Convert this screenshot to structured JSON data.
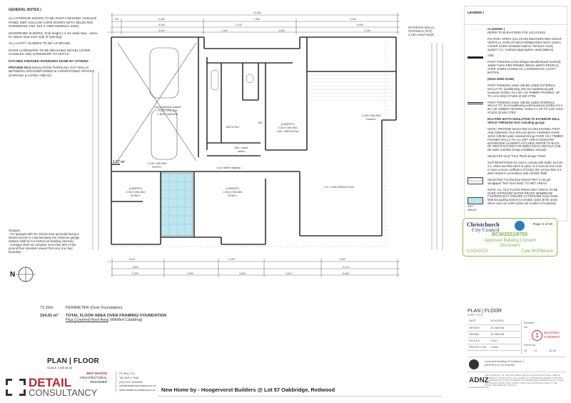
{
  "general_notes": {
    "title": "GENERAL NOTES |",
    "items": [
      "ALL INTERIOR DOORS TO BE PAINT FINISHED \"Selected\" PANEL MDF HOLLOW CORE DOORS WITH SELECTED HARDWARE (760, 810 X 1980 NOMINAL SIZE)",
      "WARDROBE SLIDERS, (Full height x 2.4m Wide Max - allow for 45mm stud each side of opening)",
      "ALL CAVITY SLIDERS TO BE CS BRAND",
      "DOOR HARDWARE TO BE BRUSHED NICKEL LEVER HANDLES AND HARDWARE TO MATCH"
    ],
    "kitchen_note": "KITCHEN FINISHED INTERIORS DONE BY OTHERS",
    "insulation_lead": "PROVIDE R2.6",
    "insulation_note": "INSULATION THROUGH OUT WALLS BETWEEN UNCONDITIONED & CONDITIONED SPACES (GARAGE & LIVING AREAS)"
  },
  "garage_note": {
    "title": "Garages",
    "lines": [
      "- For garages with the vehicle door generally facing a shared access or road boundary the minimum garage setback shall be 5.5 metres (its building element).",
      "- Garages shall not comprise more than 50% of the ground floor elevation viewed from any one road boundary."
    ]
  },
  "north_arrow": {
    "label": "N"
  },
  "areas": {
    "perimeter_value": "72.26m",
    "perimeter_label": "PERIMETER (Over Foundation)",
    "floor_area_value": "154.91 m²",
    "floor_area_label": "TOTAL FLOOR AREA OVER FRAMING/ FOUNDATION",
    "covered_roof_link": "Plus Covered Roof Area",
    "covered_roof_suffix": "(WthBrd Cladding)"
  },
  "plan_title": {
    "title": "PLAN | FLOOR",
    "scale": "SCALE 1:100 @ A3"
  },
  "company": {
    "logo_line1": "DETAIL",
    "logo_line2": "CONSULTANCY",
    "designer_name": "JEFF MASON",
    "designer_role1": "ARCHITECTURAL",
    "designer_role2": "DESIGNER",
    "contact": [
      "PO Box 171,",
      "TAI TAPU 7645.",
      "(NZ) 021 0494935",
      "info@detailconsultancy.co.nz",
      "www.detailconsultancy.co.nz"
    ]
  },
  "project_title": "New Home by - Hoogervorst Builders @ Lot 57 Oakbridge, Redwood",
  "dimensions": {
    "overall": "20,680",
    "top_row1": [
      "730",
      "6,080",
      "7,580",
      "6,150"
    ],
    "top_row2": [
      "730",
      "6,080",
      "600",
      "600",
      "2,245",
      "600",
      "1,380",
      "1,500",
      "750",
      "720",
      "810",
      "4,655"
    ],
    "top_row3": [
      "90",
      "640",
      "90",
      "5,900",
      "90",
      "90",
      "2,300",
      "90",
      "1,700",
      "90",
      "3,000",
      "90",
      "1,490",
      "90",
      "1,150",
      "90",
      "3,150",
      "90"
    ],
    "bottom_row1": [
      "90",
      "3,020",
      "90",
      "600",
      "1,620",
      "90",
      "1,550",
      "90",
      "3,400",
      "90",
      "720",
      "1,800",
      "90",
      "5,450",
      "90",
      "470"
    ],
    "bottom_row2": [
      "700",
      "1,800",
      "700",
      "1,310",
      "600",
      "1,750",
      "1,800",
      "850",
      "1,710",
      "1,200",
      "900",
      "1,180",
      "3,170",
      "1,150",
      "560"
    ],
    "bottom_row3": [
      "3,200",
      "3,900",
      "3,580",
      "3,610",
      "5,630",
      "560"
    ]
  },
  "exterior_notes": [
    "EXTERIOR WALLS",
    "OPENINGS (R/O)",
    "2.15m Head Height"
  ],
  "rooms": [
    {
      "id": "garage",
      "lines": [
        "\"unconditioned space\"",
        "2.410 CEILING",
        "2 BAY GARAGE"
      ]
    },
    {
      "id": "bath",
      "lines": [
        "BATH Rm"
      ]
    },
    {
      "id": "wc",
      "lines": [
        "WC"
      ]
    },
    {
      "id": "lnd-media",
      "lines": [
        "(CARPET)",
        "2.410 CEILING",
        "LN2 / MEDIA Rm"
      ]
    },
    {
      "id": "kitchen",
      "lines": [
        "2.410 CEILING",
        "Kitchen"
      ]
    },
    {
      "id": "stair",
      "lines": [
        "Stor. under",
        "stairs"
      ]
    },
    {
      "id": "hallway",
      "lines": [
        "1.1m Wide Hallway"
      ]
    },
    {
      "id": "entry",
      "lines": [
        "2.410 CEILING",
        "ENTRY"
      ]
    },
    {
      "id": "living",
      "lines": [
        "LIV \\/ DIN OPEN PLAN"
      ]
    },
    {
      "id": "bed2",
      "lines": [
        "(CARPET)",
        "2.410 CEILING",
        "B RM 2"
      ]
    },
    {
      "id": "bed1",
      "lines": [
        "(CARPET)",
        "2.410 CEILING",
        "B RM 1"
      ]
    }
  ],
  "entry_area": {
    "value": "1.87 m²"
  },
  "legend": {
    "title": "LEGEND |",
    "cladding_title": "CLADDING |",
    "cladding_ref": "REFER TO ELEVATIONS FOR LOCATIONS",
    "cladding_desc": "FACTORY SPRAY (OIL STAIN) WESTERN RED CEDAR VERTICAL SHIPLAP WEATHERBOARDS WITH 115mm COVER OVER Ventilated battens \"VertiLine Cavity System\" (i.e. Cavibat polypropylene cavity battens)",
    "and": "AND",
    "weatherboard_desc": "PAINT FINISHED Linea Oblique Weatherboard (Vertical) 16MM THICK PRE-PRIMED 300mm WIDTH PROFILE, OVER JAMES HARDIE HS 1 HORIZONTAL CAVITY BATTEN.",
    "wind_title": "(HIGH WIND ZONE)",
    "wind_desc": "PAINT FINISHED 10mm GIB BD LINED EXTERNAL WALLS TO: (loadbearing and non-loadbearing wall locations) (SGBL) H1.2 90 x 45 TIMBER FRAMING. UP TO 2.4m HIGH STUDS @ 600 CTRS",
    "internal_desc": "PAINT FINISHED 10mm GIB BD LINED INTERNAL WALLS TO: (non-loadbearing wall locations) (SGBL) H1.2 90 x 45 TIMBER FRAMING. OVER 2.4 UP TO 3.6m HIGH STUDS @ 600 CTRS",
    "batts_desc": "R2.6 PINK BATTS INSULATION TO EXTERIOR WALL SPACE THROUGH OUT, including garage",
    "gloss_desc": "NOTE | PROVIDE SELECTED GLOSS ENAMEL PAINT AND CERAMIC TILE SPLASH BACK FINISHES OVER 10mm GIB BD water resistant linings OVER H1.2 TIMBER FRAMED WALLS TO ALL WET AREAS (ENSUITE/ BATHROOM/ LAUNDRY/ KITCHEN) REFER TO BACK OF SPECIFICATION FOR NZBC/ E3AS1 DETAILS (GIB BD water resistant linings installation manual)",
    "vinyl_desc": "SELECTED Vinyl \"Floor Plank design\" Finish",
    "slip_desc": "SLIP RESISTANCE for vinyl to comply with NZBC D1/AS1: 2.1. Sheet and tiles when in place on a level access route to have a mean coefficient of friction (N) not less than 0.4 when tested in accordance with AS/NZS 4586",
    "wet_label": "WET AREAS",
    "tiles_desc": "SELECTED \"Grit finished Glazed Tiles\" to 60 grit sandpaper \"feel\" level finish: TO WET AREAS",
    "membrane_desc": "NOTE: ALL TILE FLOOR FINISH WET AREAS TO BE OVER APPROVED WATER PROOF MEMBRANE (\"SUPERFLEX\"): ENSURE TO PROVIDE Ardex DS60 Matt decoupling system (or similar) under all tile areas where saw cut control joints are located in foundation"
  },
  "consent_stamp": {
    "council_line1": "Christchurch",
    "council_line2": "City Council",
    "page": "Page 8 of 46",
    "number": "BCN/2021/8755",
    "status_line1": "Approved Building Consent",
    "status_line2": "Document",
    "date": "02/02/2022",
    "officer": "Cate McPherson",
    "accent_color": "#7cb342"
  },
  "title_block": {
    "sheet_title": "PLAN | FLOOR",
    "sheet_title_label": "SHEET TITLE",
    "rows": [
      {
        "label": "DATE",
        "value": "20/10/2021"
      },
      {
        "label": "DESIGN",
        "value": "JK MASON"
      },
      {
        "label": "DRAWN",
        "value": "JK MASON"
      },
      {
        "label": "SCALES",
        "value": "1:100"
      },
      {
        "label": "PROJECT NO",
        "value": "21068"
      }
    ],
    "revision_label": "Revision",
    "no_label": "No.",
    "revision_number": "1",
    "revision_status_line1": "BUILDING",
    "revision_status_line2": "CONSENT",
    "sheet_no_label": "Sheet No.",
    "of_label": "Of",
    "total_sheets": "41",
    "sheet_code": "A2.03",
    "lbp_line1": "Licensed Building Practitioner |",
    "lbp_line2": "(DESIGN 2) No.105560",
    "adnz_logo": "ADNZ",
    "adnz_sub": "Professional Member",
    "copyright": "THE COPYRIGHT OF THIS DOCUMENT AND ALL DESIGN WORK SHALL REMAIN WITH DETAIL CONSULTANCY LTD UNLESS ALL OTHERWISE AGREED IN WRITING. ALL DIMENSIONS TO BE CONFIRMED ON SITE BEFORE COMMENCING ANY WORK. ALL BUILDING WORK MUST COMPLY WITH THE NZ BUILDING CODE TO THE EXTENT REQUIRED BY THIS ACT."
  }
}
